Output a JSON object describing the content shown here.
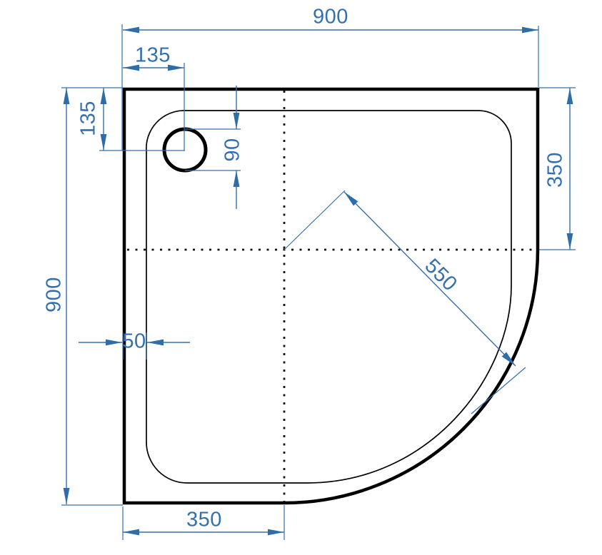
{
  "drawing": {
    "colors": {
      "dimension_blue": "#3470AD",
      "arrow_blue": "#2F6DA8",
      "outline_black": "#000000",
      "background": "#FFFFFF"
    },
    "dims": {
      "overall_width": "900",
      "overall_depth": "900",
      "drain_offset_from_left": "135",
      "drain_offset_from_top": "135",
      "drain_diameter": "90",
      "wall_inset": "50",
      "corner_radius": "550",
      "right_straight_edge": "350",
      "bottom_straight_edge": "350"
    }
  }
}
